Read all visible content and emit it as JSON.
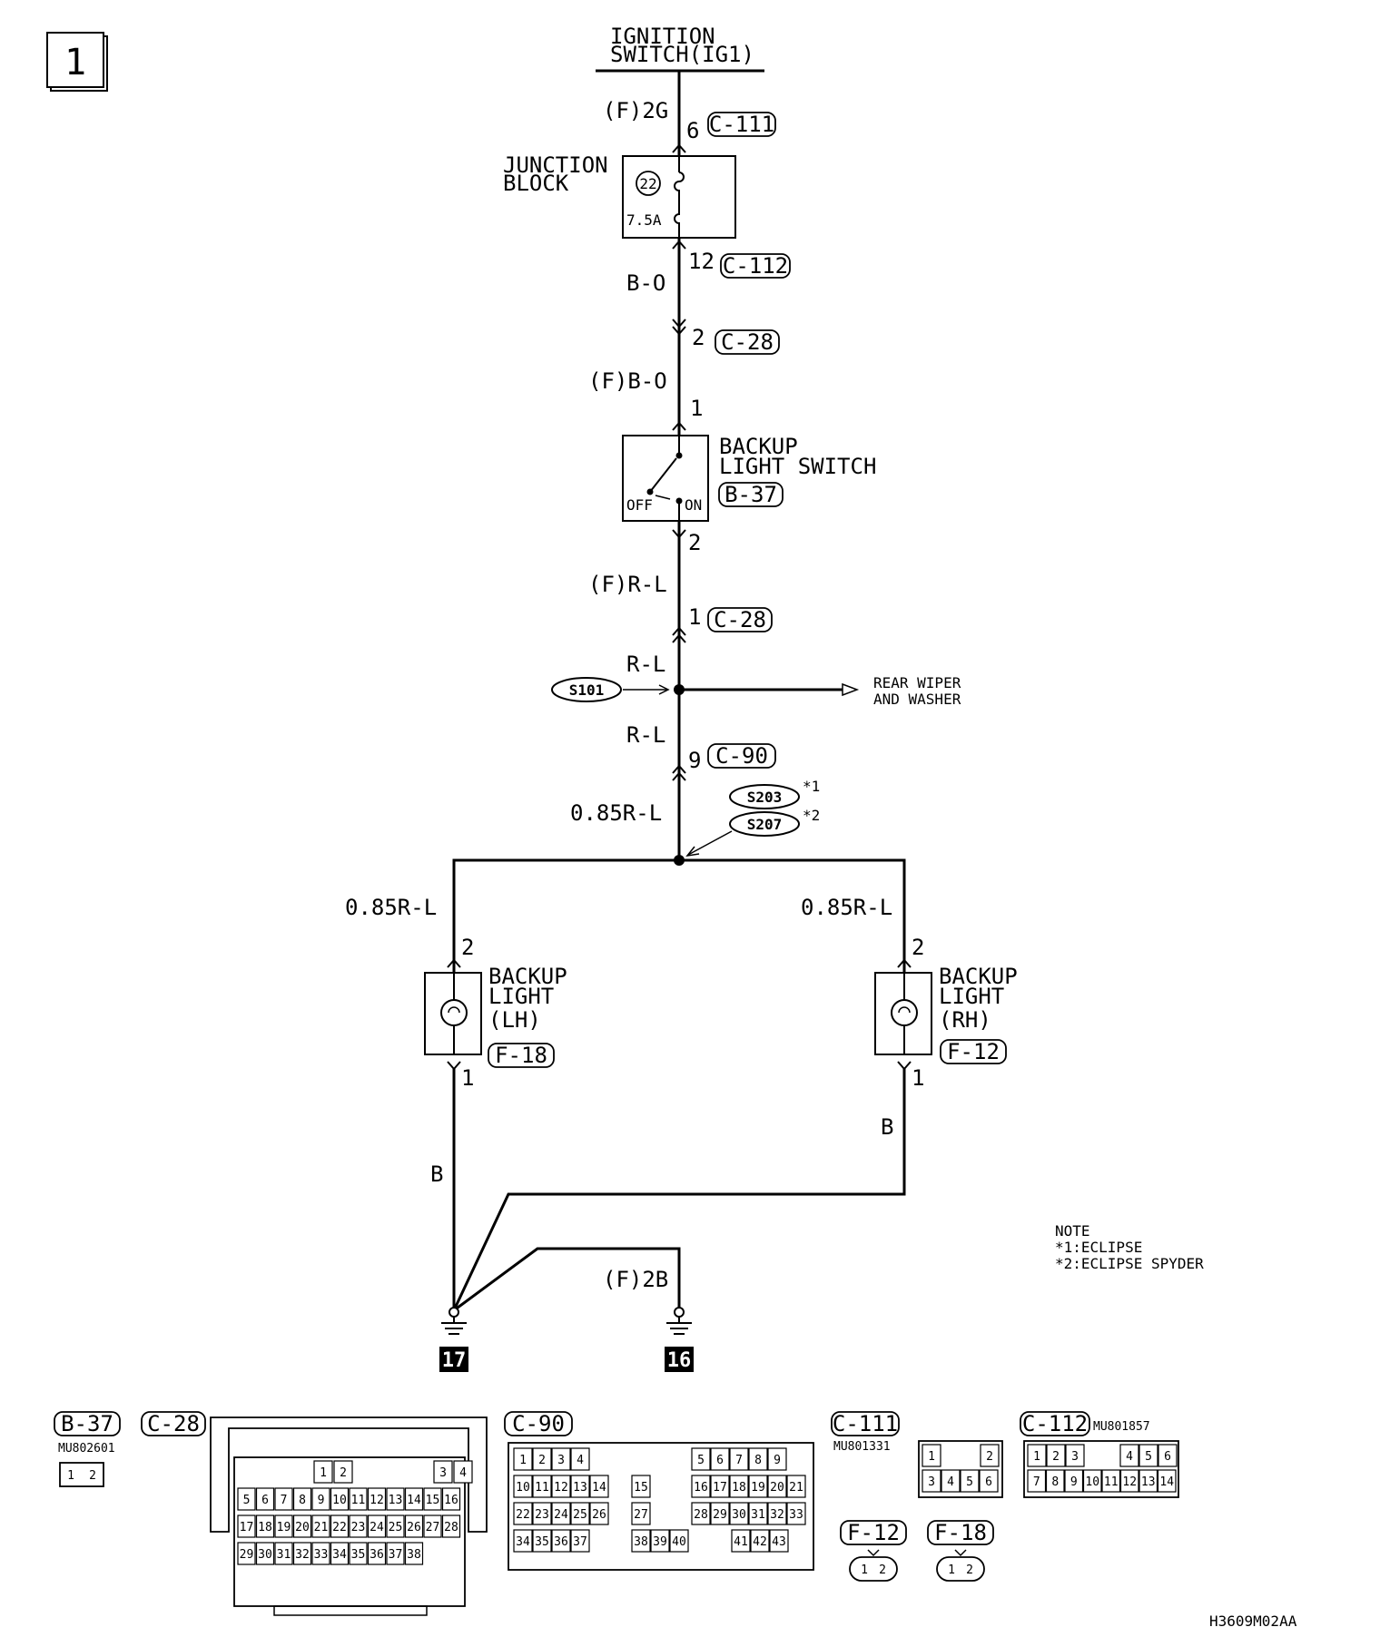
{
  "page_label": "1",
  "source": {
    "line1": "IGNITION",
    "line2": "SWITCH(IG1)"
  },
  "junction_block": {
    "line1": "JUNCTION",
    "line2": "BLOCK",
    "fuse_no": "22",
    "fuse_rating": "7.5A"
  },
  "backup_switch": {
    "line1": "BACKUP",
    "line2": "LIGHT SWITCH",
    "off": "OFF",
    "on": "ON"
  },
  "backup_lh": {
    "line1": "BACKUP",
    "line2": "LIGHT",
    "line3": "(LH)"
  },
  "backup_rh": {
    "line1": "BACKUP",
    "line2": "LIGHT",
    "line3": "(RH)"
  },
  "wires": {
    "f2g": "(F)2G",
    "bo": "B-O",
    "fbo": "(F)B-O",
    "frl": "(F)R-L",
    "rl1": "R-L",
    "rl2": "R-L",
    "rl085": "0.85R-L",
    "rl085_lh": "0.85R-L",
    "rl085_rh": "0.85R-L",
    "b_lh": "B",
    "b_rh": "B",
    "f2b": "(F)2B"
  },
  "pins": {
    "p6": "6",
    "p12": "12",
    "p2a": "2",
    "p1a": "1",
    "p2b": "2",
    "p1b": "1",
    "p9": "9",
    "lh2": "2",
    "lh1": "1",
    "rh2": "2",
    "rh1": "1"
  },
  "connectors": {
    "c111": "C-111",
    "c112": "C-112",
    "c28a": "C-28",
    "b37": "B-37",
    "c28b": "C-28",
    "c90": "C-90",
    "f18": "F-18",
    "f12": "F-12"
  },
  "splices": {
    "s101": "S101",
    "s203": "S203",
    "s207": "S207",
    "s203_note": "*1",
    "s207_note": "*2"
  },
  "branch": {
    "line1": "REAR WIPER",
    "line2": "AND WASHER"
  },
  "grounds": {
    "g17": "17",
    "g16": "16"
  },
  "note": {
    "title": "NOTE",
    "n1": "*1:ECLIPSE",
    "n2": "*2:ECLIPSE SPYDER"
  },
  "connector_views": {
    "b37": {
      "label": "B-37",
      "part": "MU802601",
      "pins": [
        "1",
        "2"
      ]
    },
    "c28": {
      "label": "C-28",
      "pins": [
        "1",
        "2",
        "3",
        "4",
        "5",
        "6",
        "7",
        "8",
        "9",
        "10",
        "11",
        "12",
        "13",
        "14",
        "15",
        "16",
        "17",
        "18",
        "19",
        "20",
        "21",
        "22",
        "23",
        "24",
        "25",
        "26",
        "27",
        "28",
        "29",
        "30",
        "31",
        "32",
        "33",
        "34",
        "35",
        "36",
        "37",
        "38"
      ]
    },
    "c90": {
      "label": "C-90",
      "pins": [
        "1",
        "2",
        "3",
        "4",
        "5",
        "6",
        "7",
        "8",
        "9",
        "10",
        "11",
        "12",
        "13",
        "14",
        "15",
        "16",
        "17",
        "18",
        "19",
        "20",
        "21",
        "22",
        "23",
        "24",
        "25",
        "26",
        "27",
        "28",
        "29",
        "30",
        "31",
        "32",
        "33",
        "34",
        "35",
        "36",
        "37",
        "38",
        "39",
        "40",
        "41",
        "42",
        "43"
      ]
    },
    "c111": {
      "label": "C-111",
      "part": "MU801331",
      "pins": [
        "1",
        "2",
        "3",
        "4",
        "5",
        "6"
      ]
    },
    "c112": {
      "label": "C-112",
      "part": "MU801857",
      "pins": [
        "1",
        "2",
        "3",
        "4",
        "5",
        "6",
        "7",
        "8",
        "9",
        "10",
        "11",
        "12",
        "13",
        "14"
      ]
    },
    "f12": {
      "label": "F-12",
      "pins": [
        "1",
        "2"
      ]
    },
    "f18": {
      "label": "F-18",
      "pins": [
        "1",
        "2"
      ]
    }
  },
  "drawing_code": "H3609M02AA"
}
